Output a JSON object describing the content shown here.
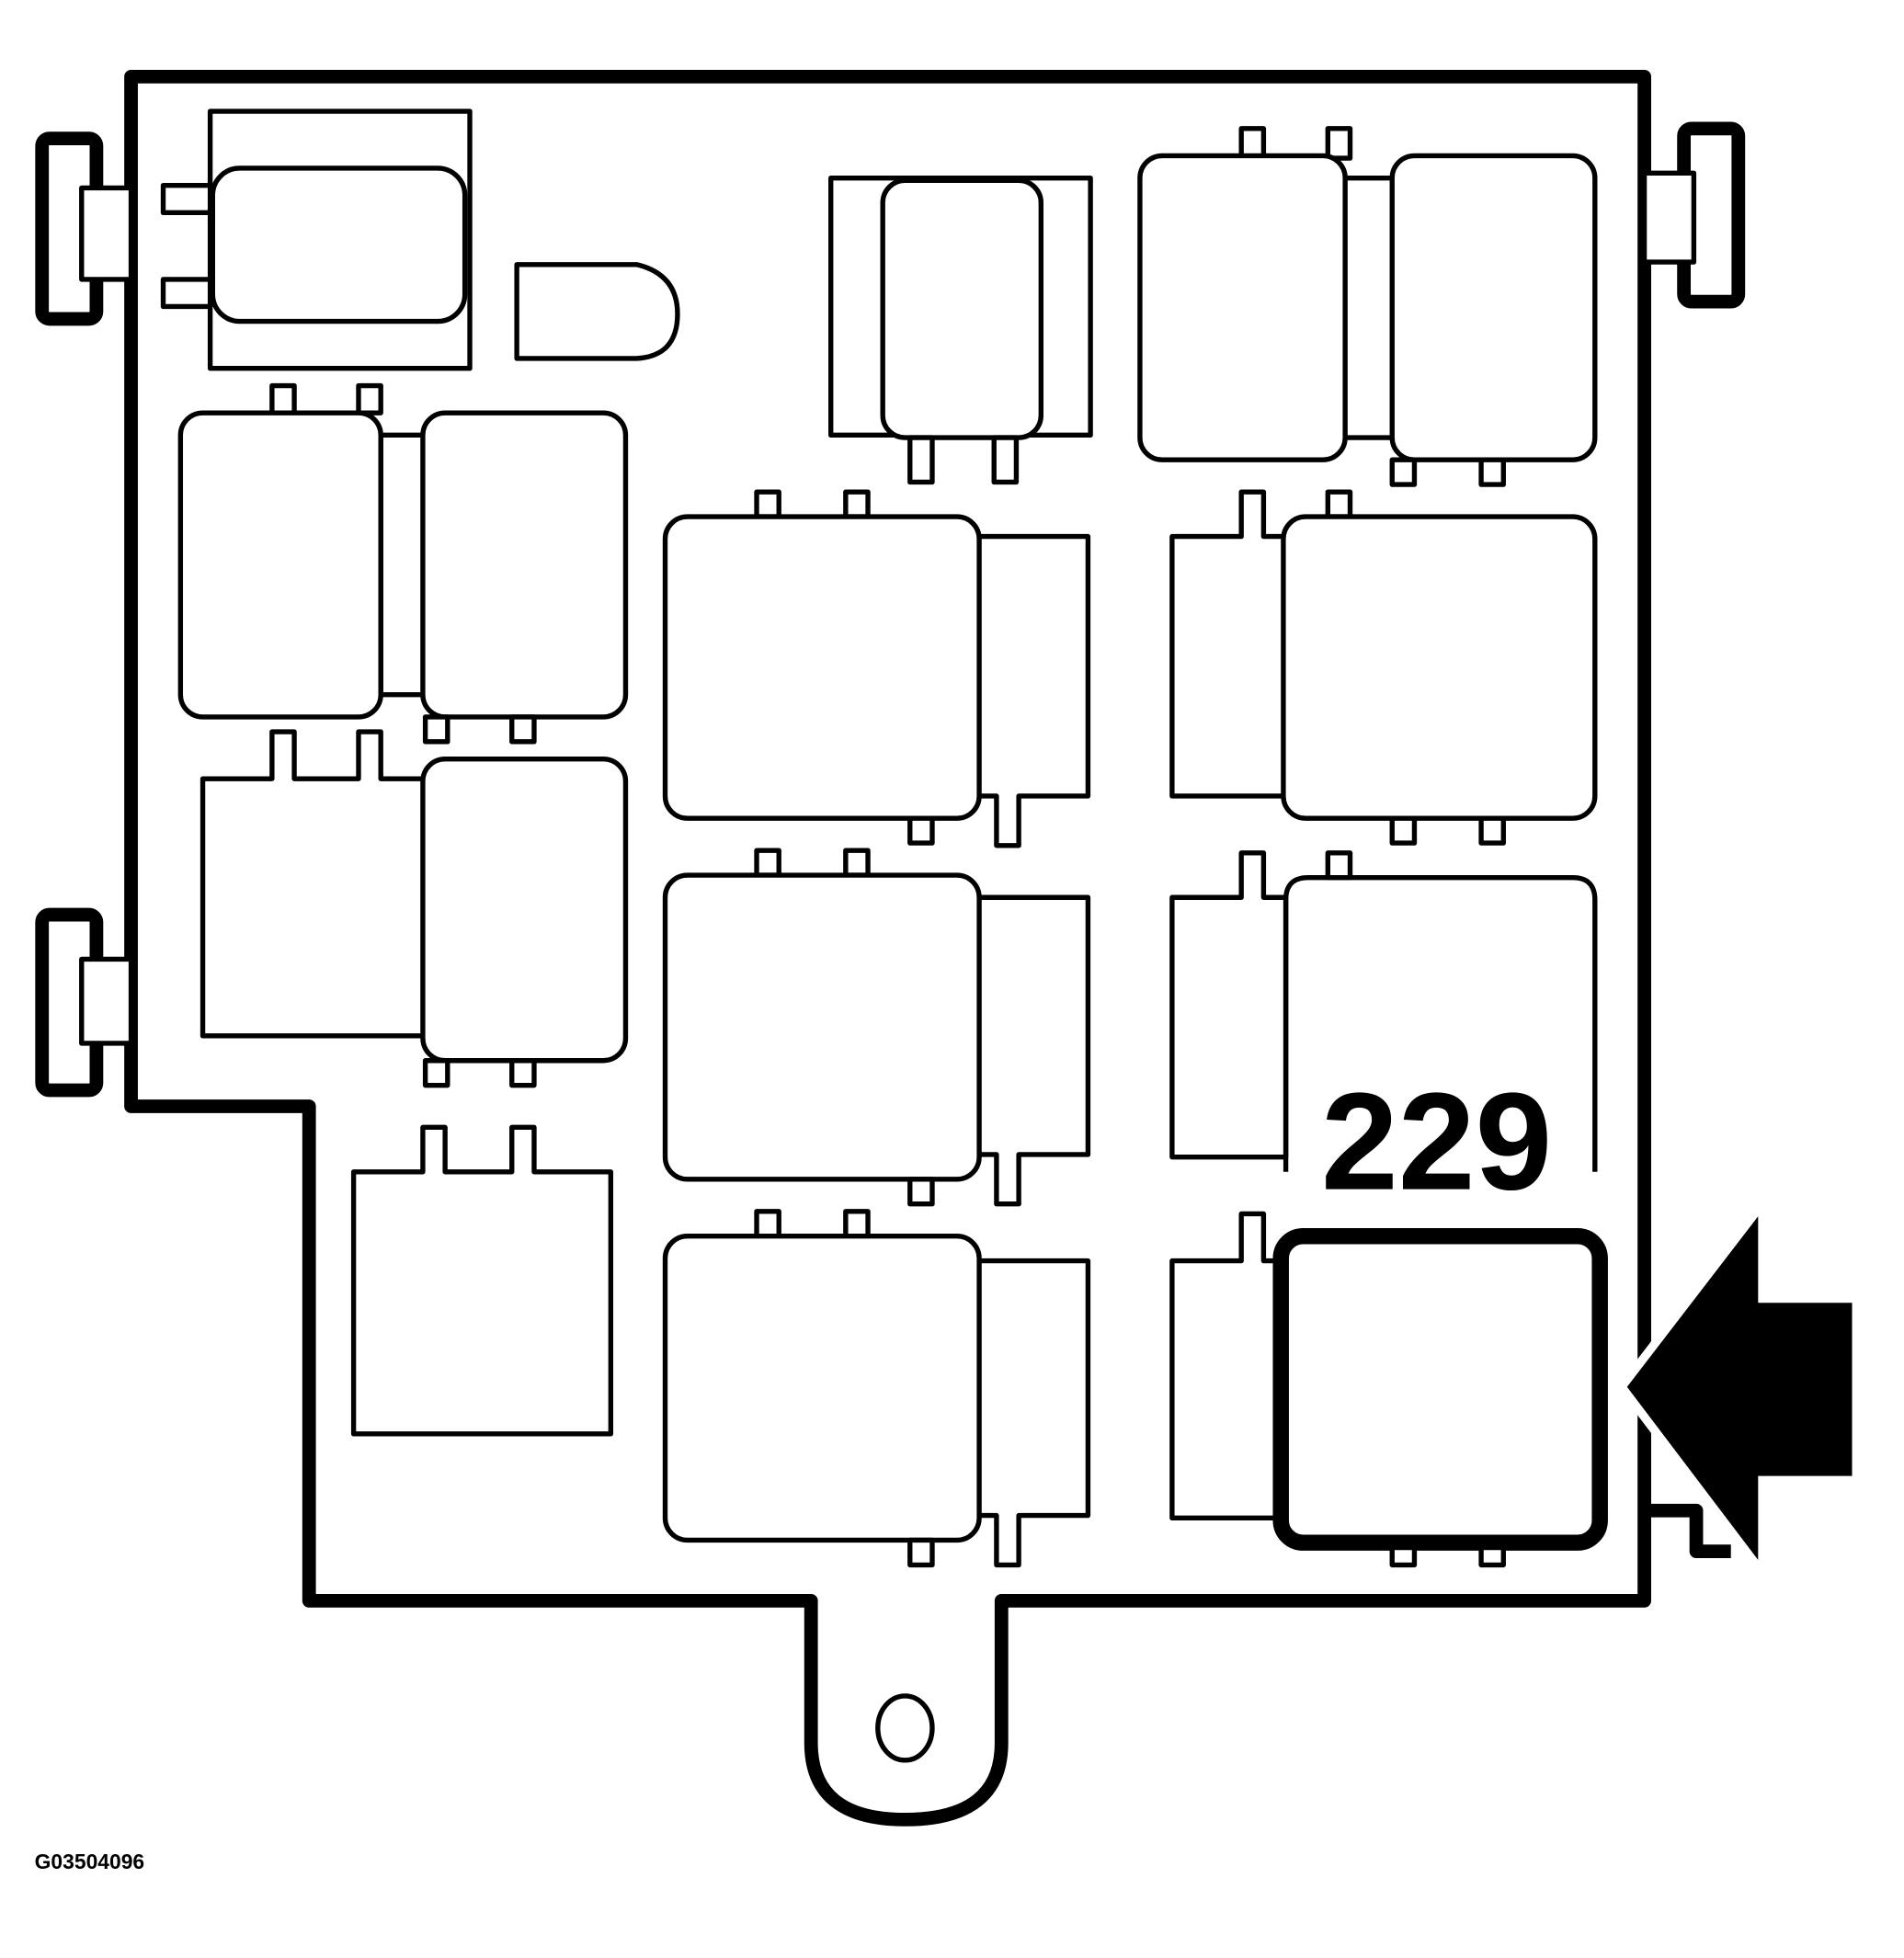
{
  "diagram": {
    "type": "fuse/relay box layout",
    "callout_label": "229",
    "figure_id": "G03504096",
    "highlighted_component": "relay 229 (bottom right, indicated by arrow)",
    "colors": {
      "line": "#000000",
      "background": "#ffffff"
    }
  }
}
